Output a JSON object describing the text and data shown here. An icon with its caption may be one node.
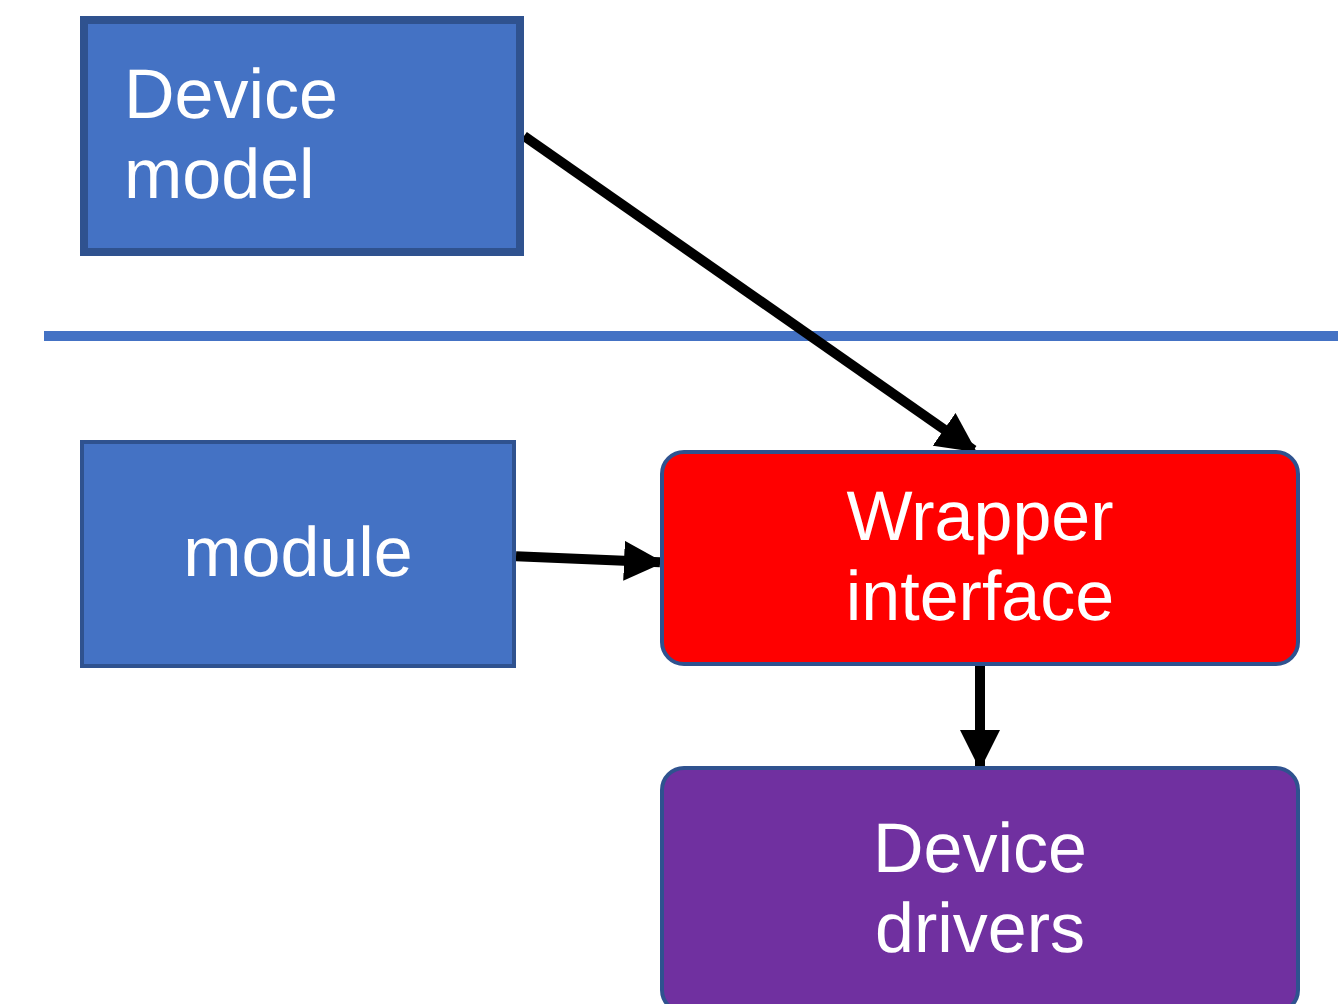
{
  "diagram": {
    "nodes": [
      {
        "text": [
          "Device model"
        ]
      },
      {
        "text": [
          "module"
        ]
      },
      {
        "text": [
          "Wrapper interface"
        ]
      },
      {
        "text": [
          "Device drivers"
        ]
      }
    ],
    "edges": [
      {
        "from": 0,
        "to": 2,
        "arrow": "to"
      },
      {
        "from": 1,
        "to": 2,
        "arrow": "to"
      },
      {
        "from": 2,
        "to": 3,
        "arrow": "to"
      }
    ]
  }
}
